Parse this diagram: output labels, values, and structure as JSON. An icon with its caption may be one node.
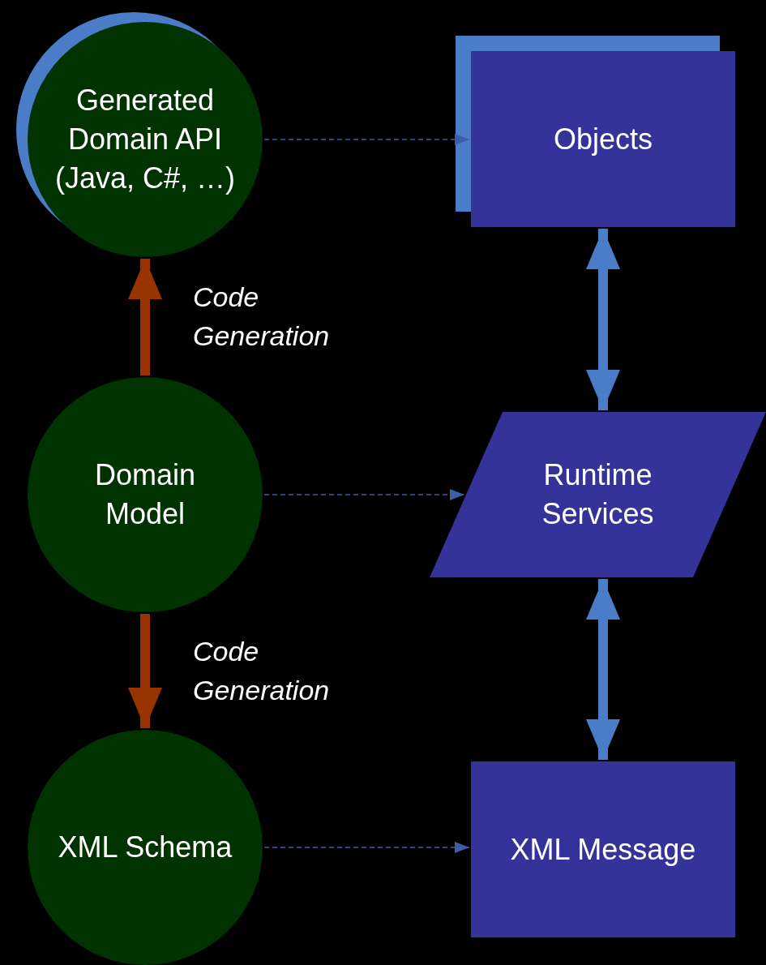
{
  "diagram": {
    "nodes": [
      {
        "text": [
          "Generated Domain API (Java, C#, …)"
        ]
      },
      {
        "text": [
          "Objects"
        ]
      },
      {
        "text": [
          "Domain Model"
        ]
      },
      {
        "text": [
          "Runtime Services"
        ]
      },
      {
        "text": [
          "XML Schema"
        ]
      },
      {
        "text": [
          "XML Message"
        ]
      }
    ],
    "edges": [
      {
        "from": 0,
        "to": 1,
        "arrow": "to",
        "style": "dashed"
      },
      {
        "from": 2,
        "to": 0,
        "arrow": "to",
        "color": "#993300",
        "label": "Code Generation"
      },
      {
        "from": 1,
        "to": 3,
        "arrow": "both",
        "color": "#4a7cc8"
      },
      {
        "from": 2,
        "to": 3,
        "arrow": "to",
        "style": "dashed"
      },
      {
        "from": 2,
        "to": 4,
        "arrow": "to",
        "color": "#993300",
        "label": "Code Generation"
      },
      {
        "from": 5,
        "to": 3,
        "arrow": "both",
        "color": "#4a7cc8"
      },
      {
        "from": 4,
        "to": 5,
        "arrow": "to",
        "style": "dashed"
      }
    ]
  }
}
